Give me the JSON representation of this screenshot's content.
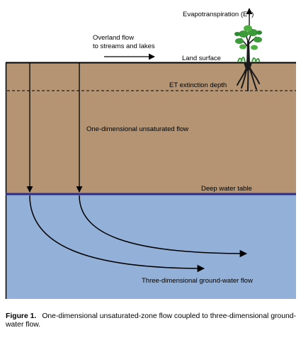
{
  "diagram": {
    "labels": {
      "et": "Evapotranspiration (ET)",
      "overland_line1": "Overland flow",
      "overland_line2": "to streams and lakes",
      "land_surface": "Land surface",
      "et_extinction": "ET extinction depth",
      "unsaturated_flow": "One-dimensional unsaturated flow",
      "water_table": "Deep water table",
      "groundwater_flow": "Three-dimensional ground-water flow"
    },
    "colors": {
      "soil": "#b49473",
      "groundwater": "#92b0d8",
      "water_table_line": "#2b2f8a",
      "foliage": "#3c9a3a",
      "trunk": "#1a1a1a"
    }
  },
  "caption": {
    "figure_label": "Figure 1.",
    "text": "One-dimensional unsaturated-zone flow coupled to three-dimensional ground-water flow."
  }
}
